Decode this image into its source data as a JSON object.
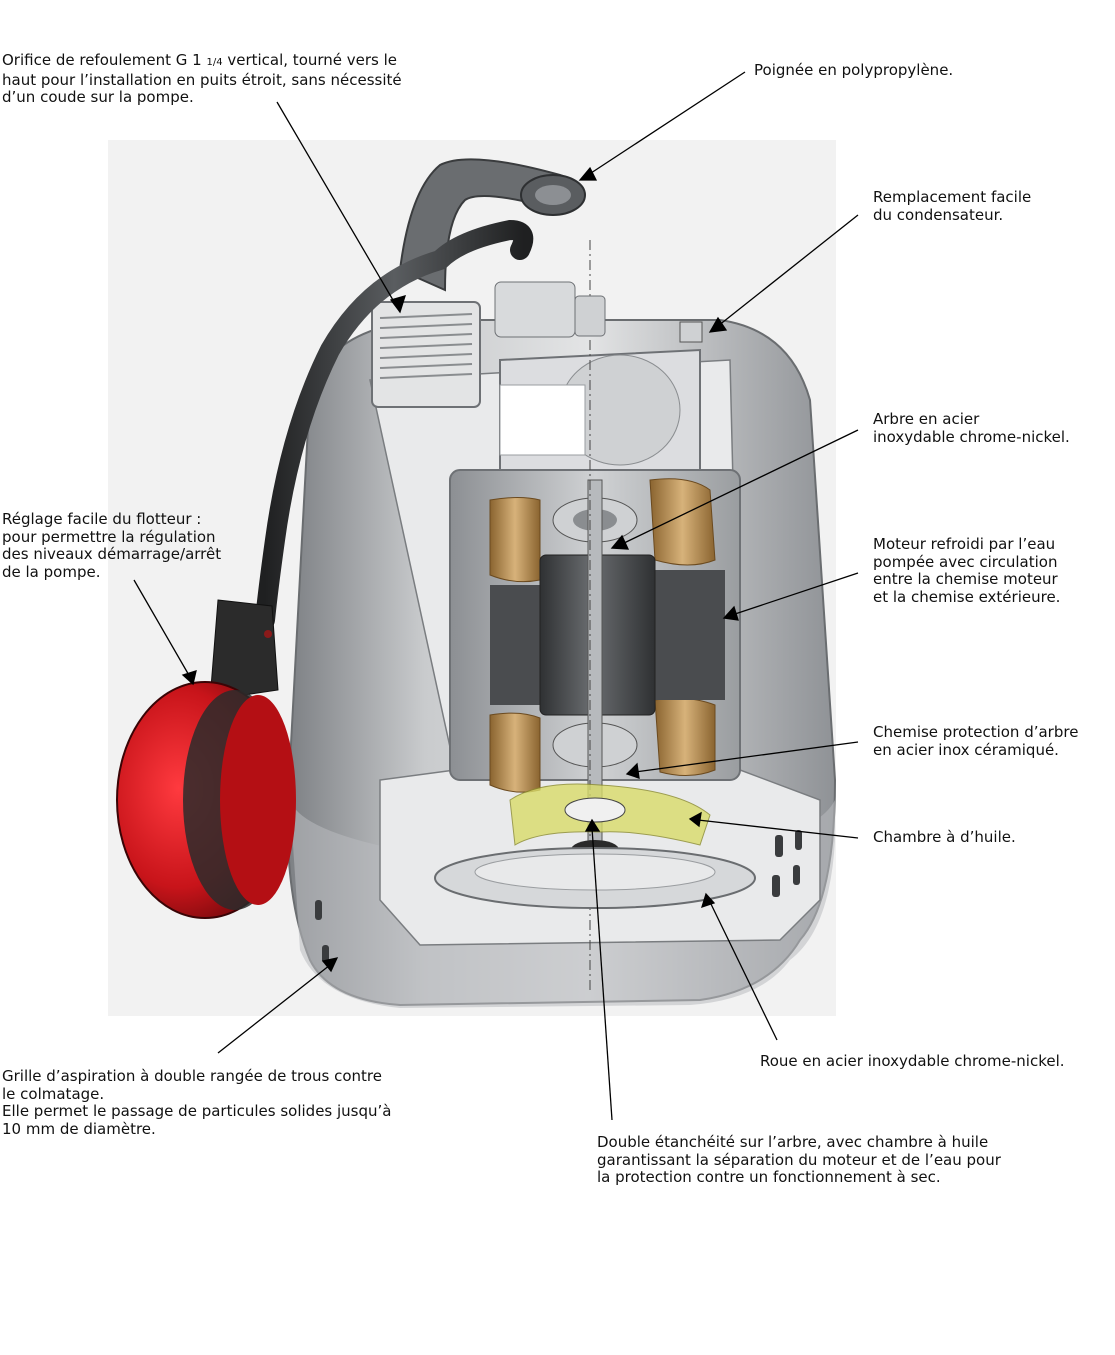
{
  "labels": {
    "discharge": {
      "line1_a": "Orifice de refoulement G 1 ",
      "line1_frac": "1/4",
      "line1_b": " vertical, tourné vers le",
      "line2": "haut pour l’installation en puits étroit, sans nécessité",
      "line3": "d’un coude sur la pompe."
    },
    "handle": {
      "line1": "Poignée en polypropylène."
    },
    "capacitor": {
      "line1": "Remplacement facile",
      "line2": "du condensateur."
    },
    "shaft": {
      "line1": "Arbre en acier",
      "line2": "inoxydable chrome-nickel."
    },
    "motor": {
      "line1": "Moteur refroidi par l’eau",
      "line2": "pompée avec circulation",
      "line3": "entre la chemise moteur",
      "line4": "et la chemise extérieure."
    },
    "float": {
      "line1": "Réglage facile du flotteur :",
      "line2": "pour permettre la régulation",
      "line3": "des niveaux démarrage/arrêt",
      "line4": "de la pompe."
    },
    "sleeve": {
      "line1": "Chemise protection d’arbre",
      "line2": "en acier inox céramiqué."
    },
    "oil": {
      "line1": "Chambre à d’huile."
    },
    "impeller": {
      "line1": "Roue en acier inoxydable chrome-nickel."
    },
    "grille": {
      "line1": "Grille d’aspiration à double rangée de trous contre",
      "line2": "le colmatage.",
      "line3": "Elle permet le passage de particules solides jusqu’à",
      "line4": "10 mm de diamètre."
    },
    "seal": {
      "line1": "Double étanchéité sur l’arbre, avec chambre à huile",
      "line2": "garantissant la séparation du moteur et de l’eau pour",
      "line3": "la protection contre un fonctionnement à sec."
    }
  },
  "colors": {
    "body_light": "#d4d6d8",
    "body_mid": "#a9acaf",
    "body_dark": "#6e7175",
    "cable": "#3a3c3e",
    "float_red": "#c8141a",
    "float_dark": "#2b2b2b",
    "winding_gold": "#b58a4a",
    "oil_yellow": "#d9dc6a",
    "rotor_dark": "#4a4c4f"
  }
}
